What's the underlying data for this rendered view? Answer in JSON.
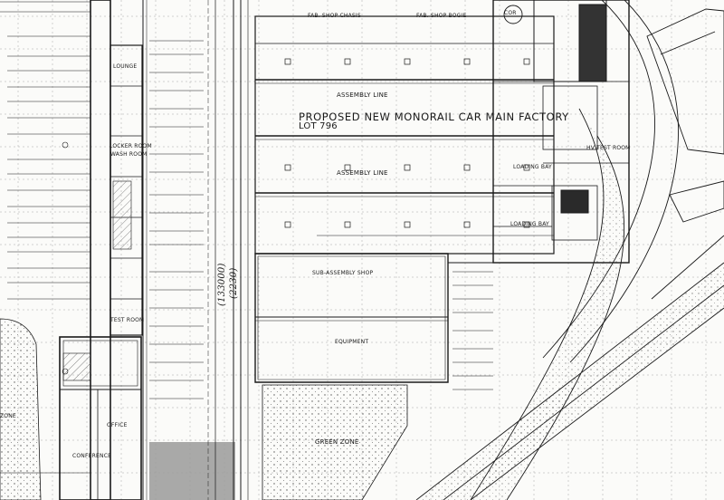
{
  "drawing": {
    "title_line1": "PROPOSED NEW MONORAIL CAR MAIN FACTORY",
    "title_line2": "LOT 796",
    "hand_note_1": "(133000)",
    "hand_note_2": "(2230)"
  },
  "rooms": {
    "fab_shop_chassis": "FAB. SHOP CHASIS",
    "fab_shop_bogie": "FAB. SHOP BOGIE",
    "assembly_line_1": "ASSEMBLY LINE",
    "assembly_line_2": "ASSEMBLY LINE",
    "loading_bay_1": "LOADING BAY",
    "loading_bay_2": "LOADING BAY",
    "hv_test_room": "HV TEST ROOM",
    "sub_assembly_shop": "SUB-ASSEMBLY SHOP",
    "equipment": "EQUIPMENT",
    "green_zone": "GREEN ZONE",
    "lounge": "LOUNGE",
    "locker_room": "LOCKER ROOM",
    "wash_room": "WASH ROOM",
    "test_room": "TEST ROOM",
    "office": "OFFICE",
    "conference": "CONFERENCE",
    "zone_left": "ZONE",
    "cor": "COR"
  },
  "colors": {
    "ink": "#1a1a1a",
    "paper": "#fbfbf9",
    "grid": "#9a9a9a",
    "hatch_fill": "#8e8e8e"
  }
}
